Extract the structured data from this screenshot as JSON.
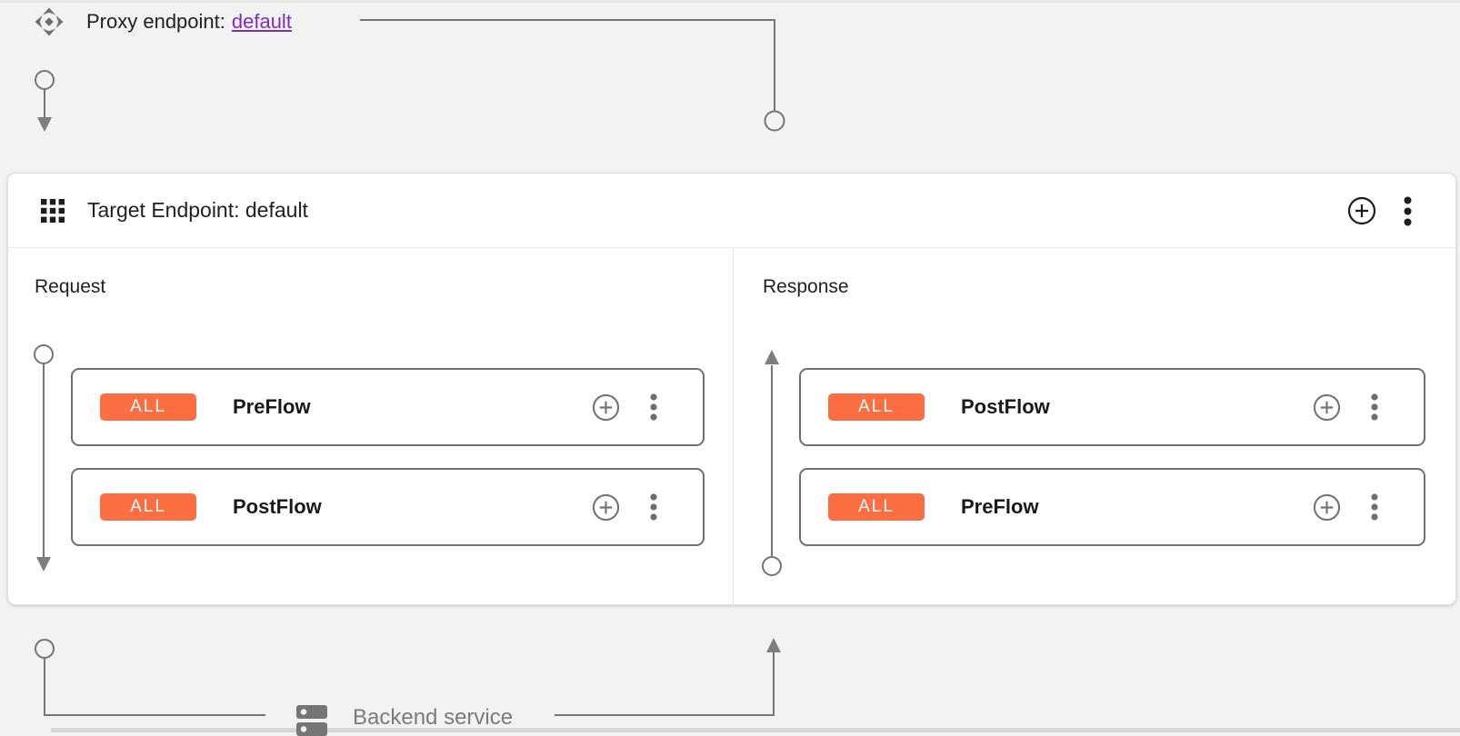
{
  "proxy_endpoint": {
    "label": "Proxy endpoint:",
    "link_text": "default"
  },
  "target_endpoint": {
    "title": "Target Endpoint: default"
  },
  "request_panel": {
    "title": "Request",
    "flows": [
      {
        "badge": "ALL",
        "name": "PreFlow"
      },
      {
        "badge": "ALL",
        "name": "PostFlow"
      }
    ]
  },
  "response_panel": {
    "title": "Response",
    "flows": [
      {
        "badge": "ALL",
        "name": "PostFlow"
      },
      {
        "badge": "ALL",
        "name": "PreFlow"
      }
    ]
  },
  "backend_service": {
    "label": "Backend service"
  },
  "icons": {
    "header_left": "grid-icon",
    "header_actions": [
      "add-circle-icon",
      "more-vert-icon"
    ],
    "flow_card_actions": [
      "add-circle-icon",
      "more-vert-icon"
    ],
    "proxy": "route-arrows-icon",
    "backend": "dns-server-icon"
  },
  "colors": {
    "background": "#f2f2f2",
    "card_background": "#ffffff",
    "badge_orange": "#fa6e41",
    "link_purple": "#7f2cbe",
    "connector_gray": "#757575",
    "text_dark": "#202124",
    "text_gray": "#7b7b7b"
  }
}
